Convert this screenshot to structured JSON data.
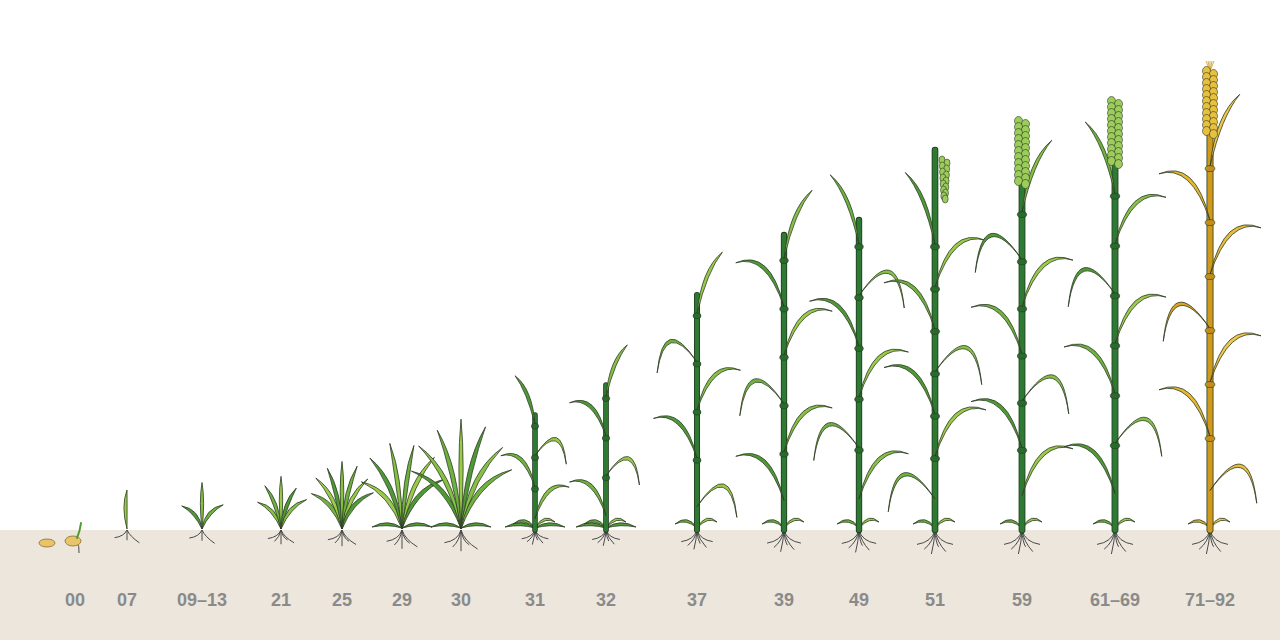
{
  "diagram": {
    "labels": [
      "00",
      "07",
      "09–13",
      "21",
      "25",
      "29",
      "30",
      "31",
      "32",
      "37",
      "39",
      "49",
      "51",
      "59",
      "61–69",
      "71–92"
    ]
  }
}
